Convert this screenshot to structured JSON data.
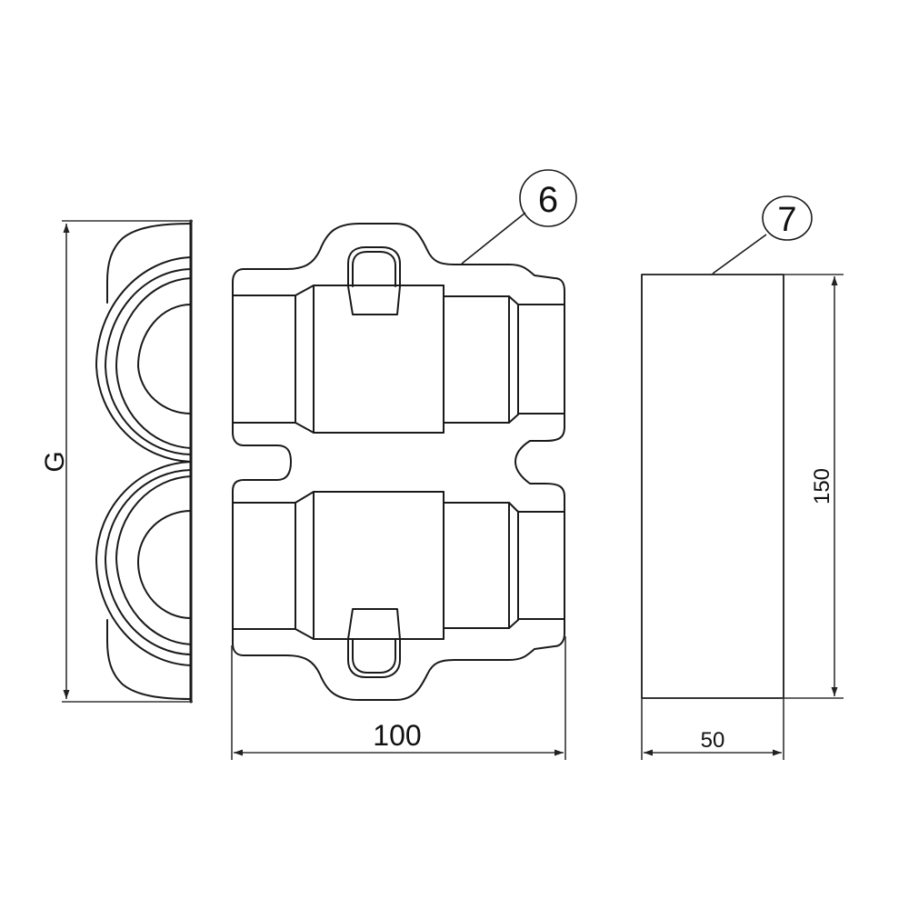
{
  "drawing": {
    "left_view": {
      "dimension_label": "G"
    },
    "center_view": {
      "balloon_label": "6",
      "width_dimension": "100"
    },
    "right_view": {
      "balloon_label": "7",
      "height_dimension": "150",
      "width_dimension": "50"
    }
  },
  "colors": {
    "line": "#1a1a1a",
    "background": "#ffffff"
  }
}
